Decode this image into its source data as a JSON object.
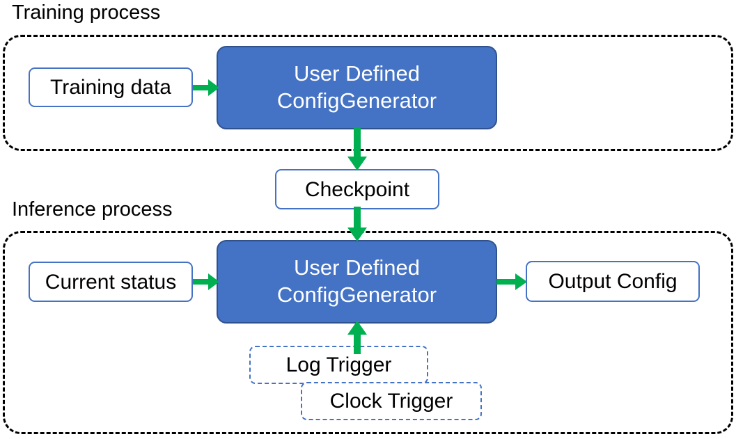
{
  "diagram": {
    "title_training": "Training process",
    "title_inference": "Inference process",
    "colors": {
      "primary_fill": "#4472C4",
      "primary_stroke": "#2F528F",
      "node_stroke": "#4472C4",
      "arrow": "#00B050",
      "group_stroke": "#000000",
      "text_dark": "#000000",
      "text_light": "#FFFFFF"
    },
    "training": {
      "input": {
        "label": "Training data"
      },
      "process": {
        "line1": "User Defined",
        "line2": "ConfigGenerator"
      }
    },
    "checkpoint": {
      "label": "Checkpoint"
    },
    "inference": {
      "input": {
        "label": "Current status"
      },
      "process": {
        "line1": "User Defined",
        "line2": "ConfigGenerator"
      },
      "output": {
        "label": "Output Config"
      },
      "triggers": [
        {
          "label": "Log Trigger"
        },
        {
          "label": "Clock Trigger"
        }
      ]
    },
    "arrows": [
      {
        "name": "training-data-to-config-generator",
        "direction": "right"
      },
      {
        "name": "config-generator-to-checkpoint",
        "direction": "down"
      },
      {
        "name": "checkpoint-to-config-generator",
        "direction": "down"
      },
      {
        "name": "current-status-to-config-generator",
        "direction": "right"
      },
      {
        "name": "config-generator-to-output-config",
        "direction": "right"
      },
      {
        "name": "triggers-to-config-generator",
        "direction": "up"
      }
    ]
  }
}
